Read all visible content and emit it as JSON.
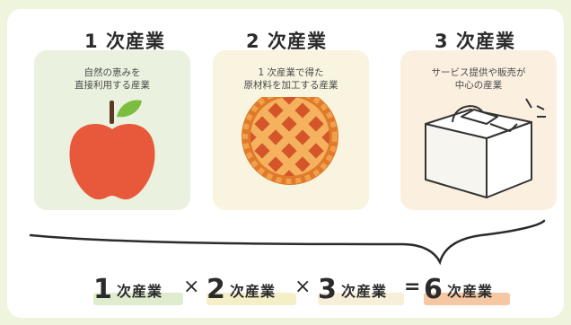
{
  "industries": [
    {
      "number": "1",
      "title": "1 次産業",
      "desc": "自然の恵みを\n直接利用する産業",
      "icon": "apple-icon",
      "color": "#eaf2df"
    },
    {
      "number": "2",
      "title": "2 次産業",
      "desc": "1 次産業で得た\n原材料を加工する産業",
      "icon": "pie-icon",
      "color": "#f8f4df"
    },
    {
      "number": "3",
      "title": "3 次産業",
      "desc": "サービス提供や販売が\n中心の産業",
      "icon": "gift-box-icon",
      "color": "#fbf0e0"
    }
  ],
  "formula": {
    "t1_num": "1",
    "t1_label": "次産業",
    "op1": "×",
    "t2_num": "2",
    "t2_label": "次産業",
    "op2": "×",
    "t3_num": "3",
    "t3_label": "次産業",
    "eq": "=",
    "r_num": "6",
    "r_label": "次産業"
  },
  "colors": {
    "green_hl": "#dfeccd",
    "yellow_hl": "#f5efc8",
    "orange_hl": "#f6c7a3",
    "apple_red": "#e8583a",
    "pie_orange": "#e98b3a"
  }
}
